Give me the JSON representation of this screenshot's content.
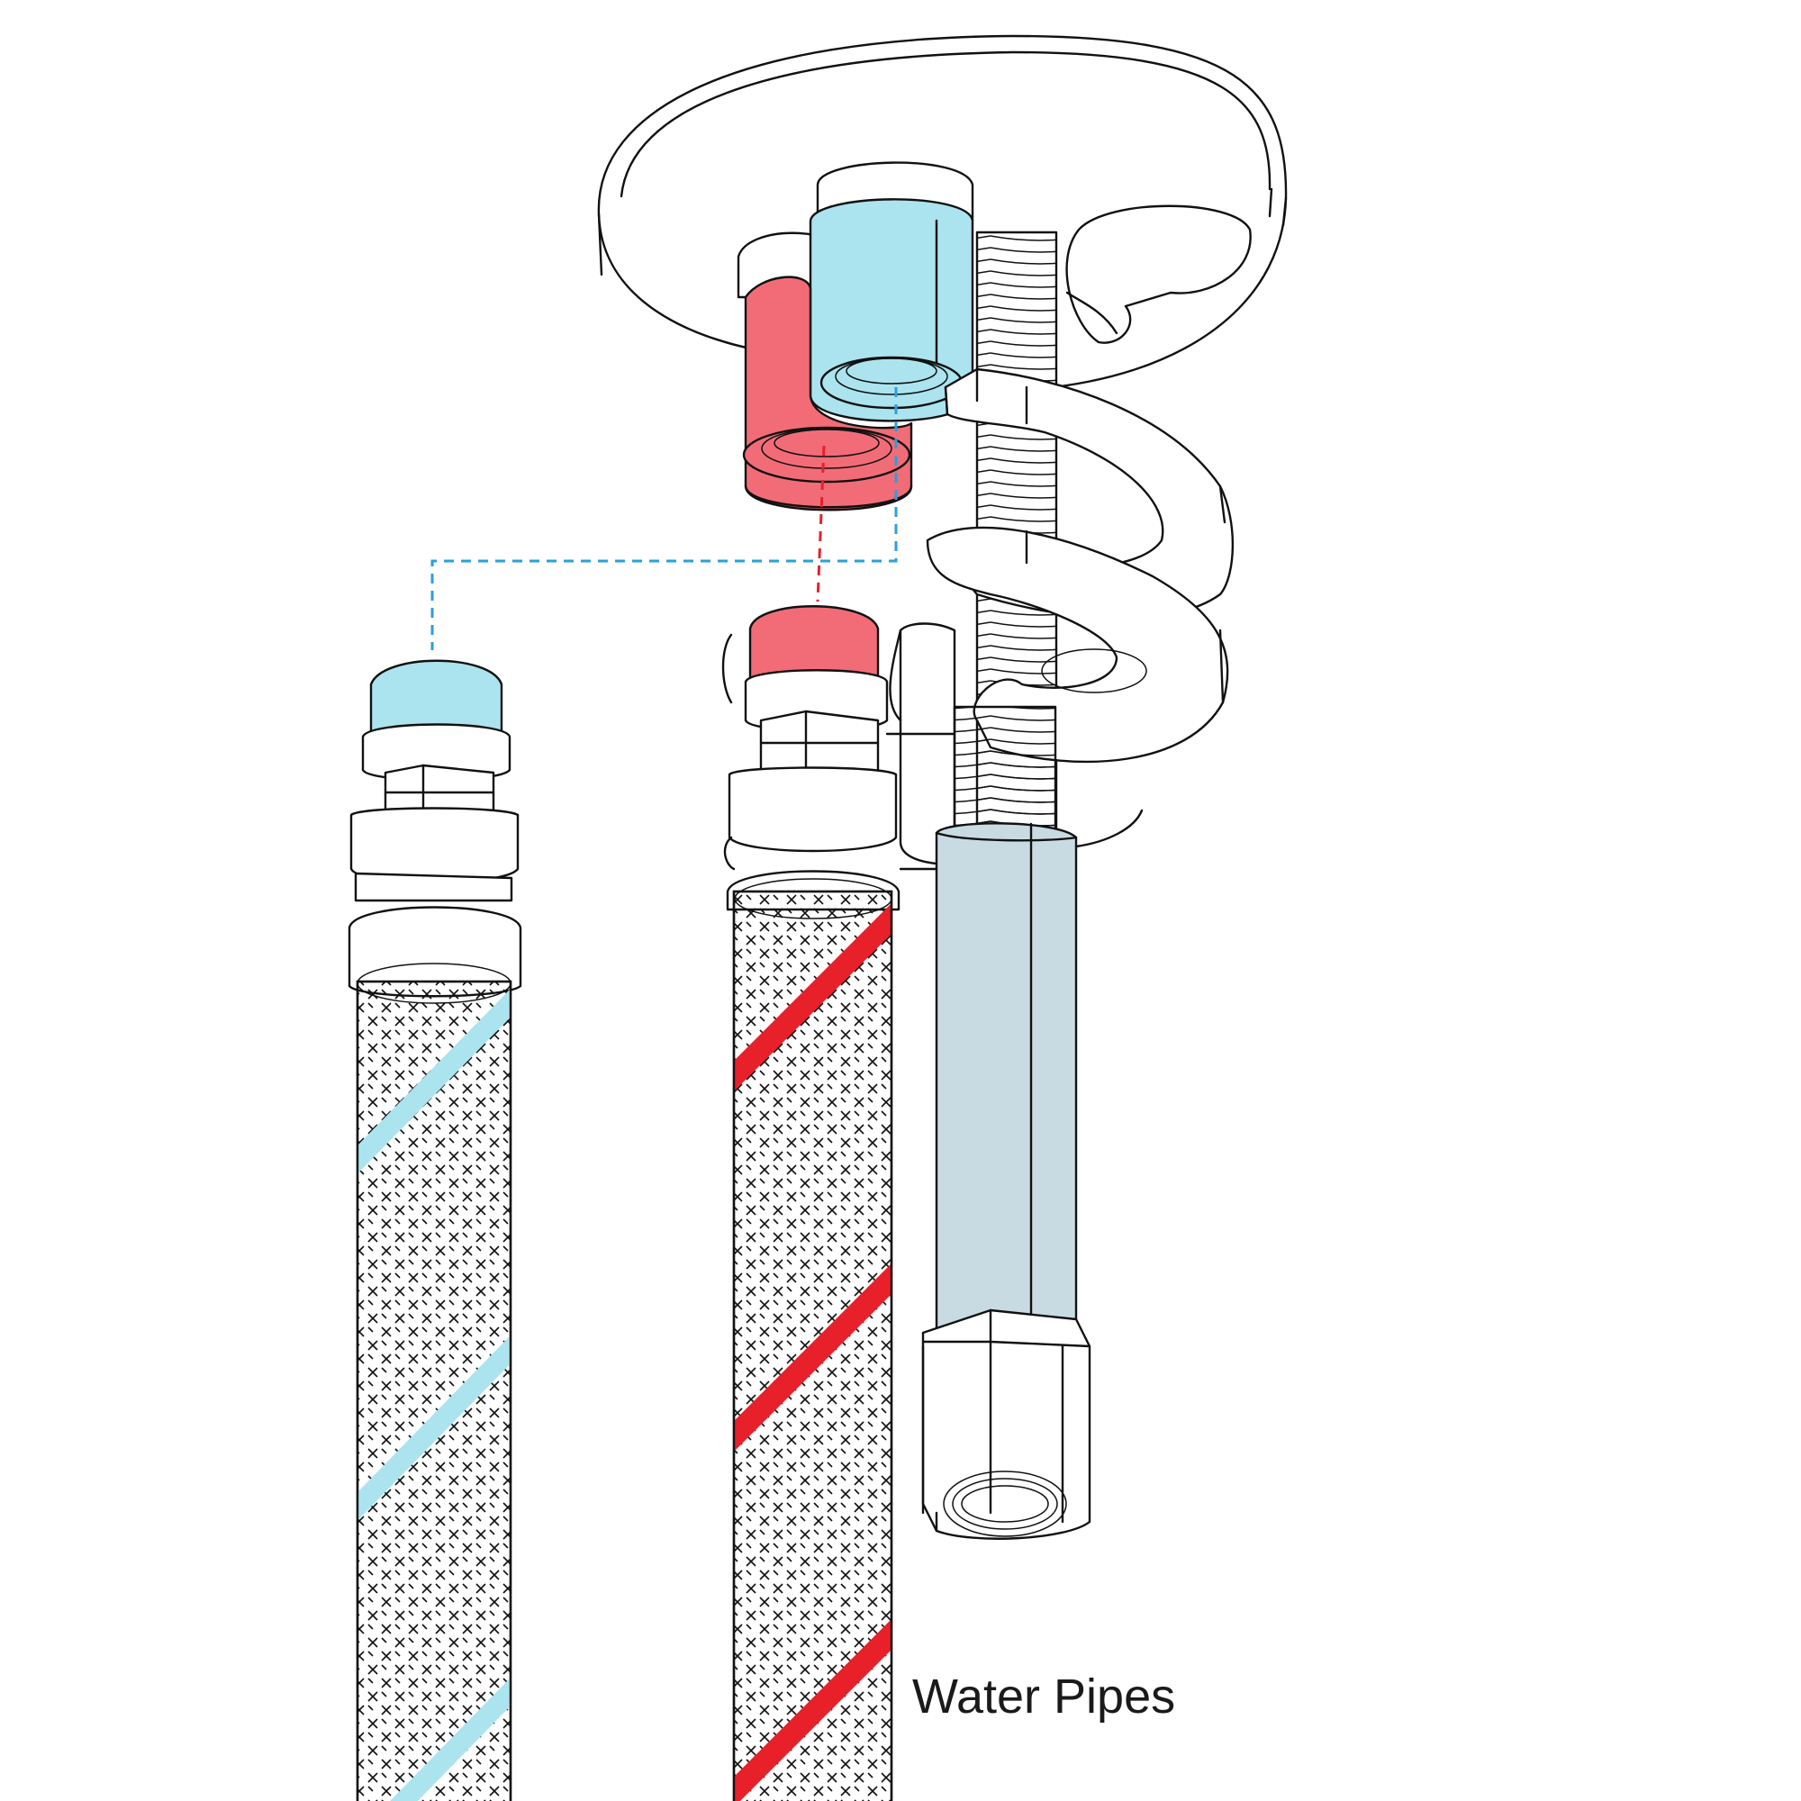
{
  "caption": "Water Pipes",
  "colors": {
    "cold": "#abe4ef",
    "hot": "#f26c78",
    "hot_stripe": "#e8202a",
    "tube": "#c9dbe2",
    "line": "#111111",
    "background": "#ffffff"
  },
  "icons": [
    "cold-water-hose",
    "hot-water-hose",
    "tap-mounting-plate",
    "threaded-stud",
    "hex-nut",
    "horseshoe-bracket"
  ]
}
